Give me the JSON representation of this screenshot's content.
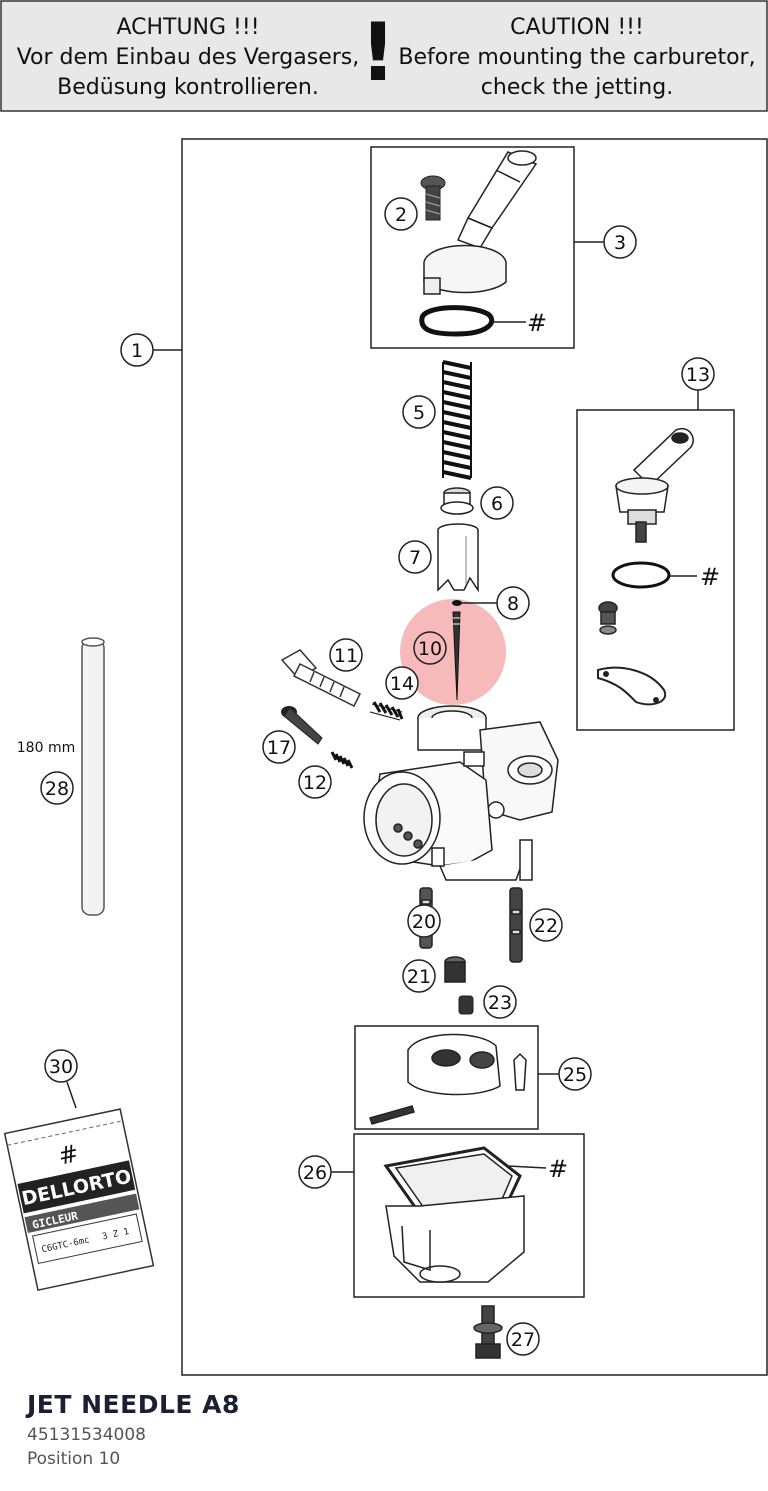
{
  "caution": {
    "de_title": "ACHTUNG !!!",
    "de_line1": "Vor dem Einbau des Vergasers,",
    "de_line2": "Bedüsung kontrollieren.",
    "mark": "!",
    "en_title": "CAUTION !!!",
    "en_line1": "Before mounting the carburetor,",
    "en_line2": "check the jetting."
  },
  "callouts": {
    "c1": "1",
    "c2": "2",
    "c3": "3",
    "c5": "5",
    "c6": "6",
    "c7": "7",
    "c8": "8",
    "c10": "10",
    "c11": "11",
    "c12": "12",
    "c13": "13",
    "c14": "14",
    "c17": "17",
    "c20": "20",
    "c21": "21",
    "c22": "22",
    "c23": "23",
    "c25": "25",
    "c26": "26",
    "c27": "27",
    "c28": "28",
    "c30": "30"
  },
  "hash_mark": "#",
  "tube_length": "180 mm",
  "jet_pack": {
    "brand": "DELLORTO",
    "line1": "GICLEUR",
    "line2": "C6GTC-6mc",
    "line3": "3 Z 1"
  },
  "selected_position": "10",
  "highlight_color": "#f4a3a3",
  "part": {
    "name": "JET NEEDLE A8",
    "number": "45131534008",
    "position": "Position 10"
  }
}
